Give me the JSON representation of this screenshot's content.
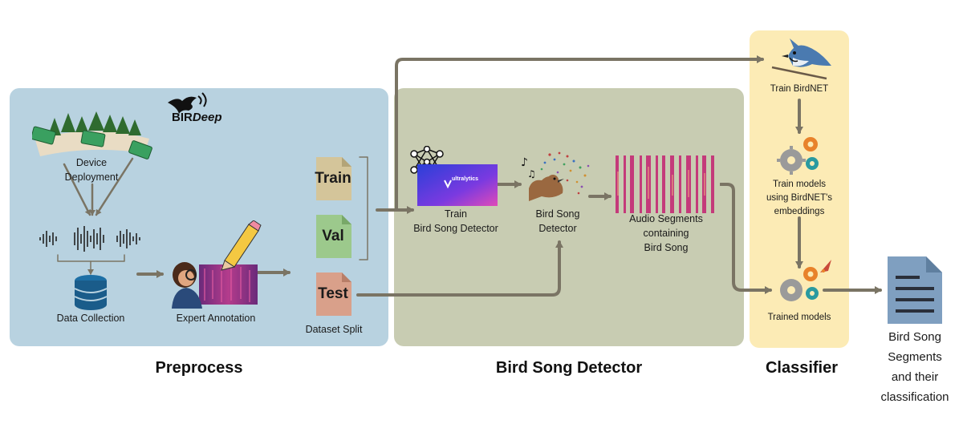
{
  "sections": {
    "preprocess": "Preprocess",
    "detector": "Bird Song Detector",
    "classifier": "Classifier"
  },
  "brand": {
    "prefix": "BIR",
    "suffix": "Deep"
  },
  "preprocess": {
    "device_deployment": [
      "Device",
      "Deployment"
    ],
    "data_collection": "Data Collection",
    "expert_annotation": "Expert Annotation",
    "dataset_split": "Dataset Split",
    "splits": {
      "train": "Train",
      "val": "Val",
      "test": "Test"
    }
  },
  "detector": {
    "train": [
      "Train",
      "Bird Song Detector"
    ],
    "bird_song_detector": [
      "Bird Song",
      "Detector"
    ],
    "audio_segments": [
      "Audio Segments",
      "containing",
      "Bird Song"
    ],
    "logo_text": "ultralytics"
  },
  "classifier": {
    "train_birdnet": "Train BirdNET",
    "train_models": [
      "Train models",
      "using BirdNET's",
      "embeddings"
    ],
    "trained_models": "Trained models"
  },
  "output": [
    "Bird Song",
    "Segments",
    "and their",
    "classification"
  ],
  "colors": {
    "preprocess_bg": "#b8d2e0",
    "detector_bg": "#c8ccb2",
    "classifier_bg": "#fcebb5",
    "arrow": "#7a7464"
  }
}
